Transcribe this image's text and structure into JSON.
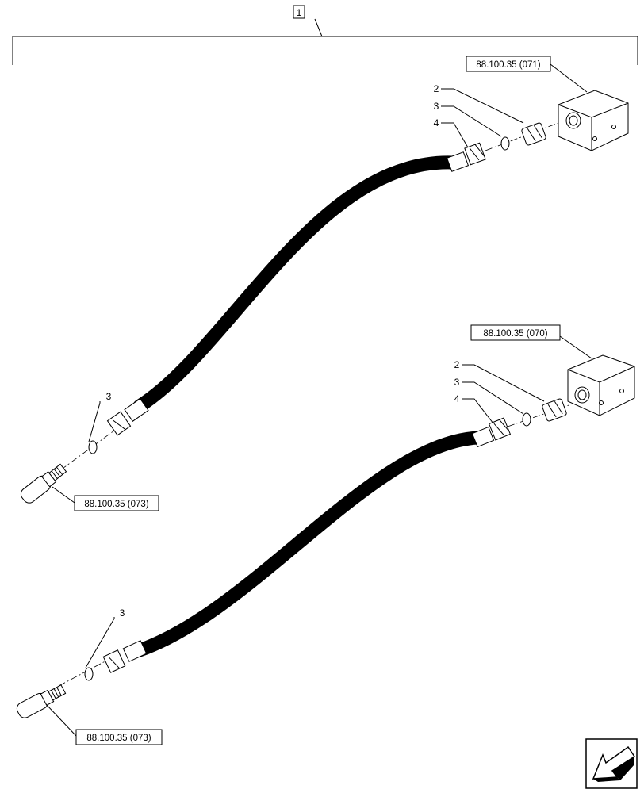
{
  "assembly_number": "1",
  "references": {
    "upper_block": "88.100.35 (071)",
    "lower_block": "88.100.35 (070)",
    "upper_coupler": "88.100.35 (073)",
    "lower_coupler": "88.100.35 (073)"
  },
  "callouts": {
    "upper_adapter": "2",
    "upper_oring_block": "3",
    "upper_hose": "4",
    "upper_oring_coupler": "3",
    "lower_adapter": "2",
    "lower_oring_block": "3",
    "lower_hose": "4",
    "lower_oring_coupler": "3"
  },
  "icons": [
    "next-page-arrow-icon"
  ]
}
